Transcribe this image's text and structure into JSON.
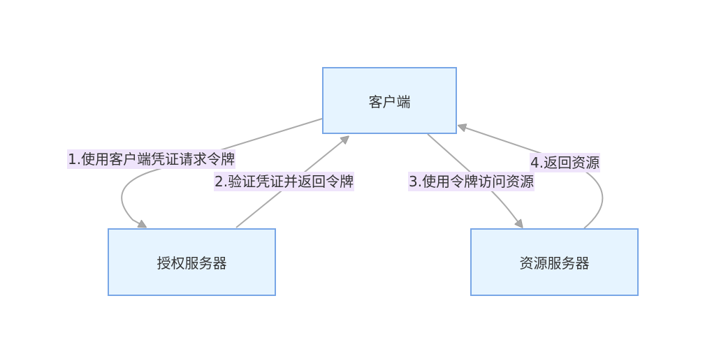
{
  "nodes": {
    "client": "客户端",
    "auth_server": "授权服务器",
    "resource_server": "资源服务器"
  },
  "edges": {
    "step1": "1.使用客户端凭证请求令牌",
    "step2": "2.验证凭证并返回令牌",
    "step3": "3.使用令牌访问资源",
    "step4": "4.返回资源"
  },
  "colors": {
    "node_fill": "#e6f4ff",
    "node_border": "#78a6e6",
    "edge_line": "#aaaaaa",
    "label_bg": "#efe4fb",
    "text": "#333333"
  }
}
